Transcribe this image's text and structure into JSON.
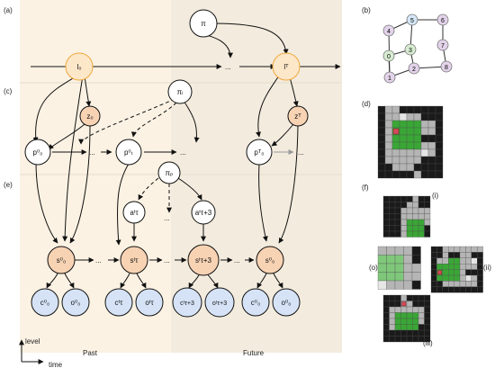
{
  "panels": {
    "a": "(a)",
    "b": "(b)",
    "c": "(c)",
    "d": "(d)",
    "e": "(e)",
    "f": "(f)"
  },
  "nodes": {
    "pi": "π",
    "l0": "l₀",
    "lT": "lᵀ",
    "z0": "z₀",
    "zT": "zᵀ",
    "pi_l": "πₗ",
    "p00": "p⁰₀",
    "p0t": "p⁰ₜ",
    "pT0": "pᵀ₀",
    "pi_p": "πₚ",
    "a_tau": "aᵗτ",
    "a_tau3": "aᵗτ+3",
    "s00_left": "s⁰₀",
    "s_tau": "sᵗτ",
    "s_tau3": "sᵗτ+3",
    "s00_right": "s⁰₀",
    "c00_left": "c⁰₀",
    "o00_left": "o⁰₀",
    "c_tau": "cᵗτ",
    "o_tau": "oᵗτ",
    "c_tau3": "cᵗτ+3",
    "o_tau3": "oᵗτ+3",
    "c00_right": "c⁰₀",
    "o00_right": "o⁰₀"
  },
  "ellipsis": "...",
  "axis": {
    "level": "level",
    "time": "time"
  },
  "region_labels": {
    "past": "Past",
    "future": "Future"
  },
  "graph_b": [
    "0",
    "1",
    "2",
    "3",
    "4",
    "5",
    "6",
    "7",
    "8"
  ],
  "f_labels": {
    "i": "(i)",
    "ii": "(ii)",
    "iii": "(iii)",
    "o": "(o)"
  },
  "colors": {
    "past_bg": "#fbf2e3",
    "future_bg": "#f3ecde",
    "l_node_fill": "#fde7c9",
    "l_node_stroke": "#f0a83c",
    "orange_fill": "#f7d3b4",
    "blue_fill": "#d6e3f7",
    "green_node": "#d7ecd1",
    "purple_node": "#e3d3ea",
    "blue_node": "#d5e6f7",
    "grid_green": "#3aa636",
    "agent_red": "#d44b5a"
  }
}
